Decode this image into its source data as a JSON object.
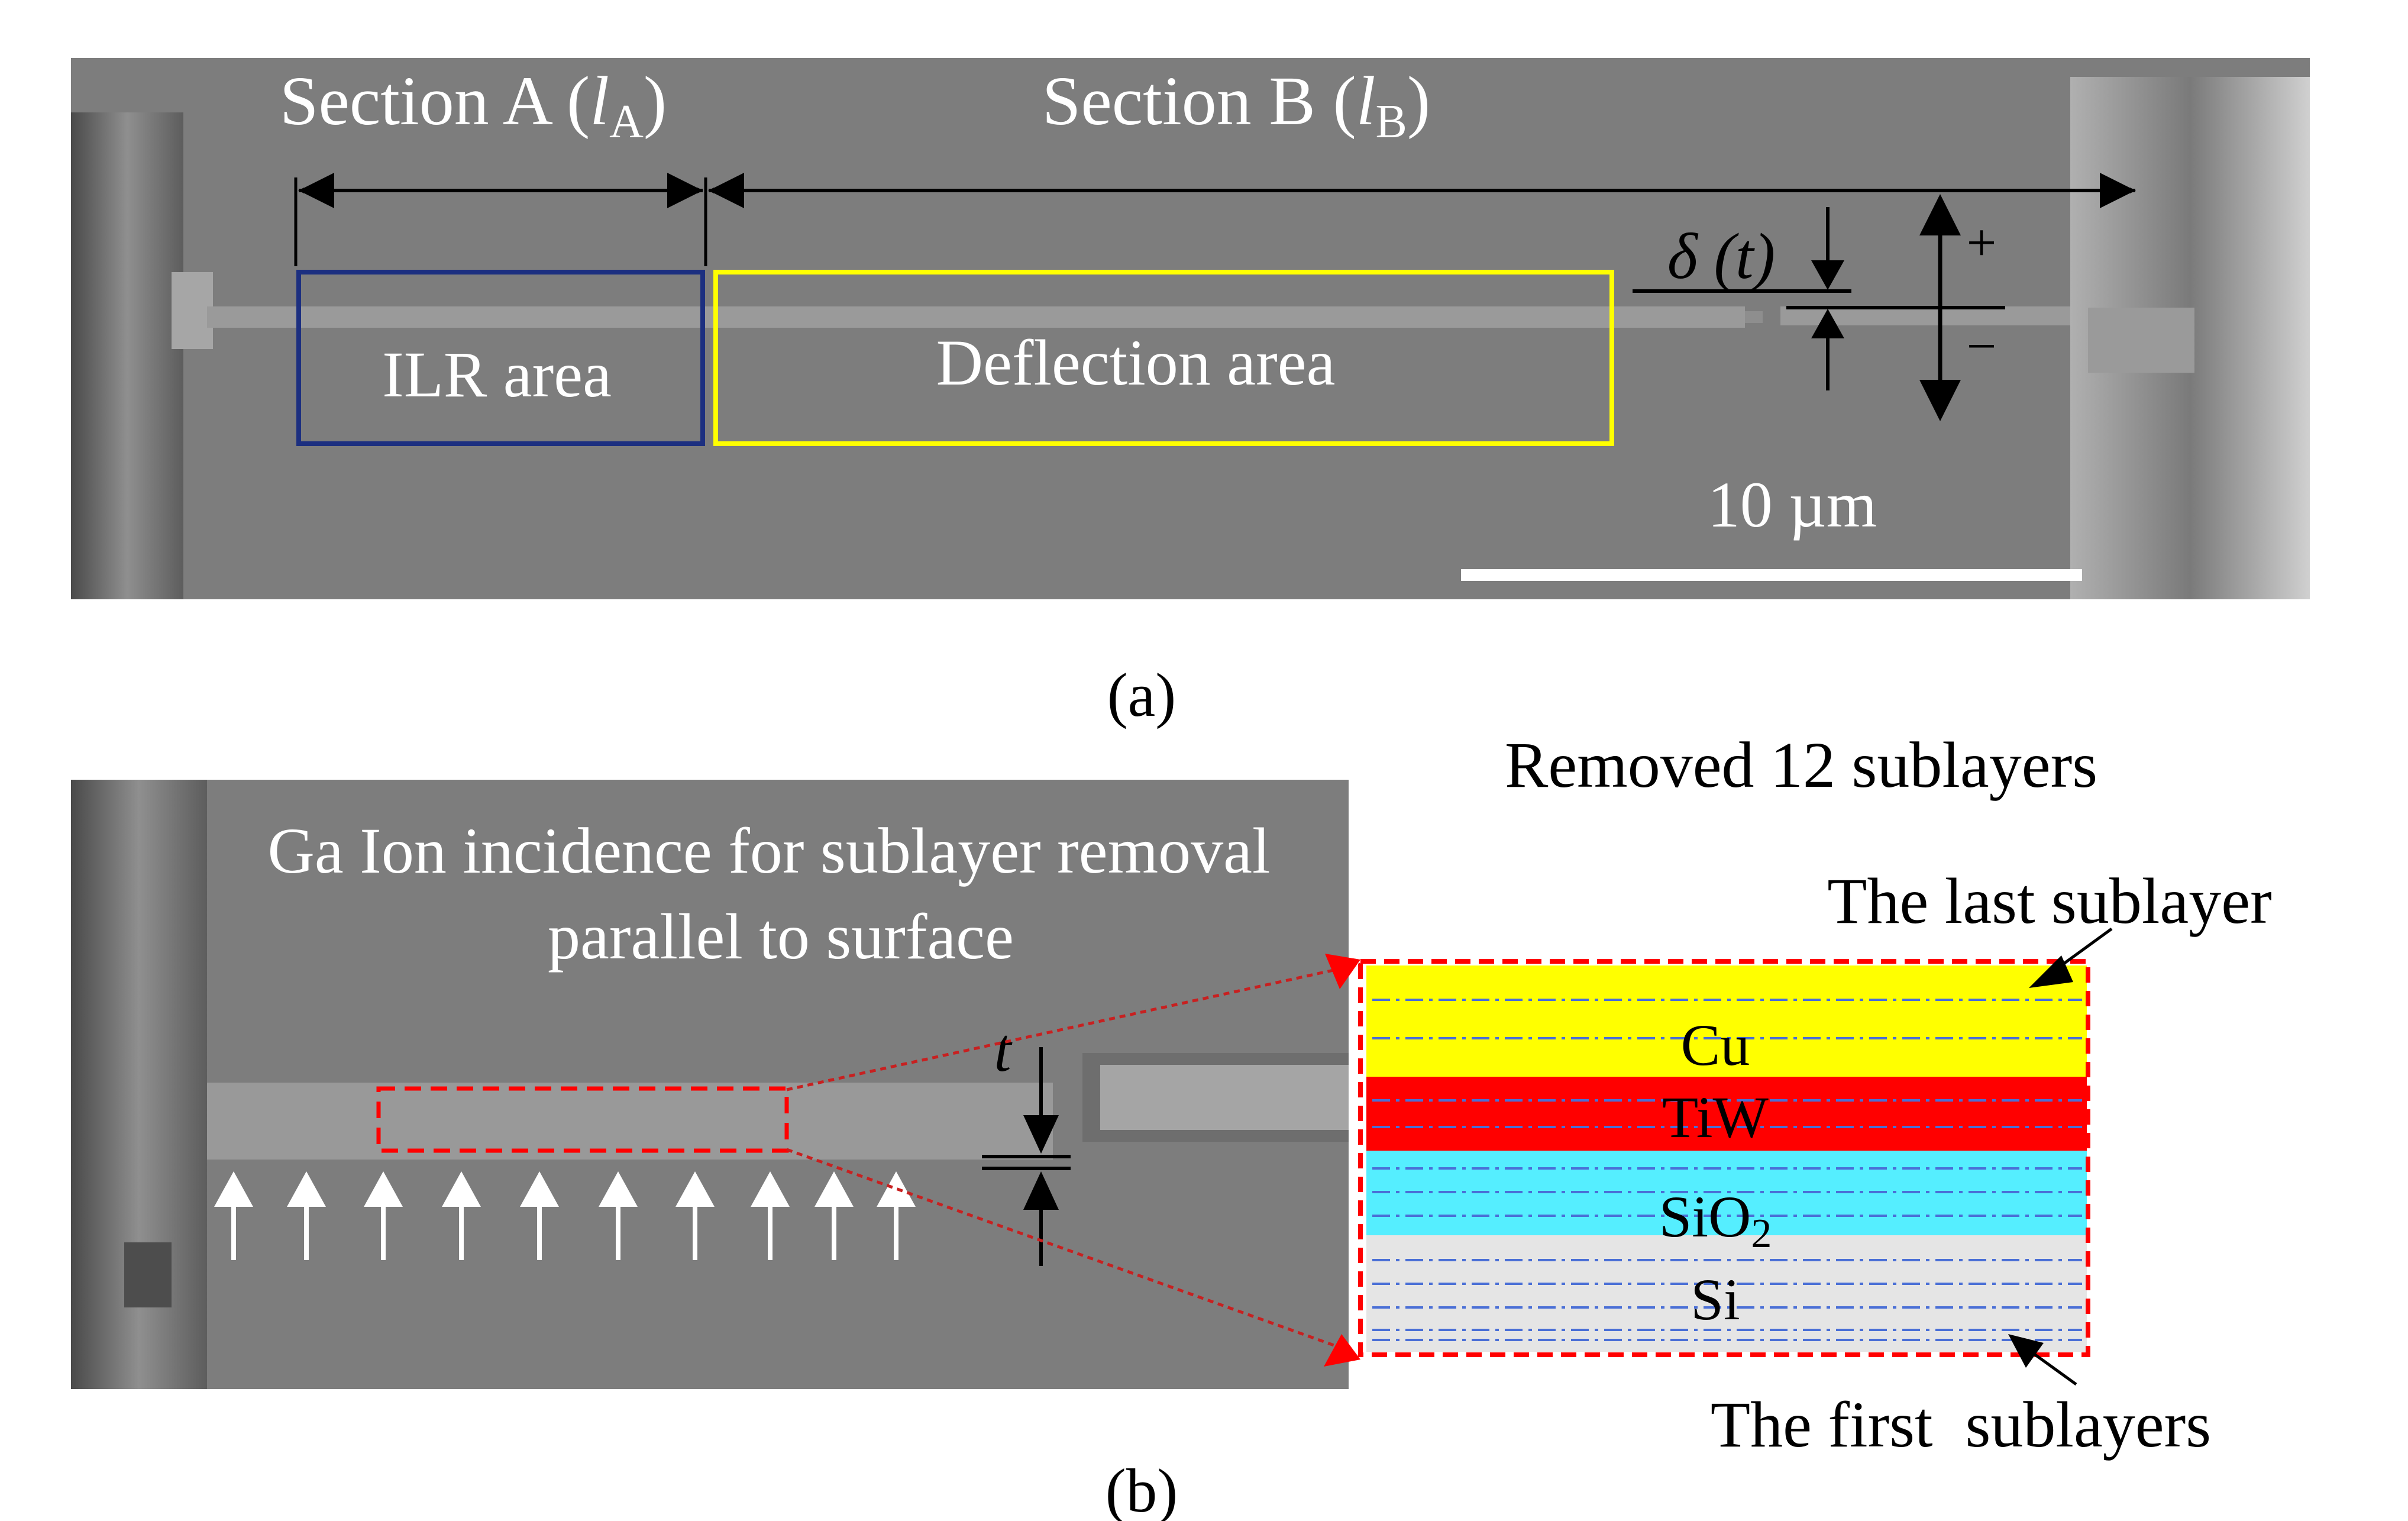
{
  "panel_a": {
    "section_a": {
      "prefix": "Section A (",
      "var": "l",
      "sub": "A",
      "suffix": ")"
    },
    "section_b": {
      "prefix": "Section B (",
      "var": "l",
      "sub": "B",
      "suffix": ")"
    },
    "ilr_area": "ILR area",
    "deflection_area": "Deflection area",
    "delta_symbol": "δ (t)",
    "plus": "+",
    "minus": "−",
    "scale_bar": "10 µm",
    "caption": "(a)",
    "colors": {
      "ilr_box": "#1c2f80",
      "deflection_box": "#ffff00"
    }
  },
  "panel_b": {
    "ga_ion_line1": "Ga Ion incidence for sublayer removal",
    "ga_ion_line2": "parallel to surface",
    "thickness_symbol": "t",
    "removed_label": "Removed 12 sublayers",
    "last_sublayer": "The last sublayer",
    "first_sublayers": "The first  sublayers",
    "layers": [
      {
        "name": "Cu",
        "color": "#ffff00"
      },
      {
        "name": "TiW",
        "color": "#ff0000"
      },
      {
        "name": "SiO",
        "sub": "2",
        "color": "#55eeff"
      },
      {
        "name": "Si",
        "color": "#e5e5e5"
      }
    ],
    "caption": "(b)",
    "colors": {
      "dashed_box": "#ff0000",
      "sublayer_lines": "#4a6fd6"
    }
  }
}
